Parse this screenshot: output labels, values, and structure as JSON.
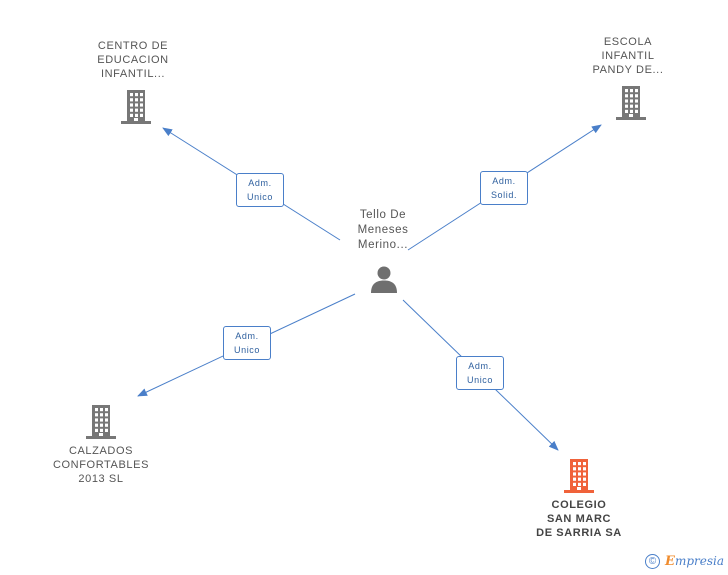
{
  "colors": {
    "edge": "#4a7fc9",
    "company_icon": "#777777",
    "main_company_icon": "#f0623a",
    "person_icon": "#6f6f6f"
  },
  "person": {
    "name_lines": [
      "Tello De",
      "Meneses",
      "Merino..."
    ],
    "icon": "person-icon"
  },
  "companies": [
    {
      "id": "centro",
      "lines": [
        "CENTRO DE",
        "EDUCACION",
        "INFANTIL..."
      ],
      "icon": "building-icon",
      "main": false
    },
    {
      "id": "escola",
      "lines": [
        "ESCOLA",
        "INFANTIL",
        "PANDY DE..."
      ],
      "icon": "building-icon",
      "main": false
    },
    {
      "id": "calzados",
      "lines": [
        "CALZADOS",
        "CONFORTABLES",
        "2013 SL"
      ],
      "icon": "building-icon",
      "main": false
    },
    {
      "id": "colegio",
      "lines": [
        "COLEGIO",
        "SAN MARC",
        "DE SARRIA SA"
      ],
      "icon": "building-icon",
      "main": true
    }
  ],
  "relations": [
    {
      "target": "centro",
      "label_lines": [
        "Adm.",
        "Unico"
      ]
    },
    {
      "target": "escola",
      "label_lines": [
        "Adm.",
        "Solid."
      ]
    },
    {
      "target": "calzados",
      "label_lines": [
        "Adm.",
        "Unico"
      ]
    },
    {
      "target": "colegio",
      "label_lines": [
        "Adm.",
        "Unico"
      ]
    }
  ],
  "footer": {
    "copyright_symbol": "©",
    "brand_first": "E",
    "brand_rest": "mpresia"
  }
}
